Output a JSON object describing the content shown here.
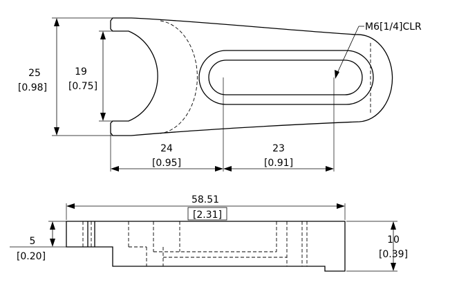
{
  "dimensions": {
    "overall_height": {
      "metric": "25",
      "imperial": "[0.98]"
    },
    "slot_inner_height": {
      "metric": "19",
      "imperial": "[0.75]"
    },
    "arc_to_slot": {
      "metric": "24",
      "imperial": "[0.95]"
    },
    "slot_length": {
      "metric": "23",
      "imperial": "[0.91]"
    },
    "overall_length": {
      "metric": "58.51",
      "imperial": "[2.31]"
    },
    "step_height": {
      "metric": "5",
      "imperial": "[0.20]"
    },
    "thickness": {
      "metric": "10",
      "imperial": "[0.39]"
    }
  },
  "callouts": {
    "hole_note": "M6[1/4]CLR"
  }
}
